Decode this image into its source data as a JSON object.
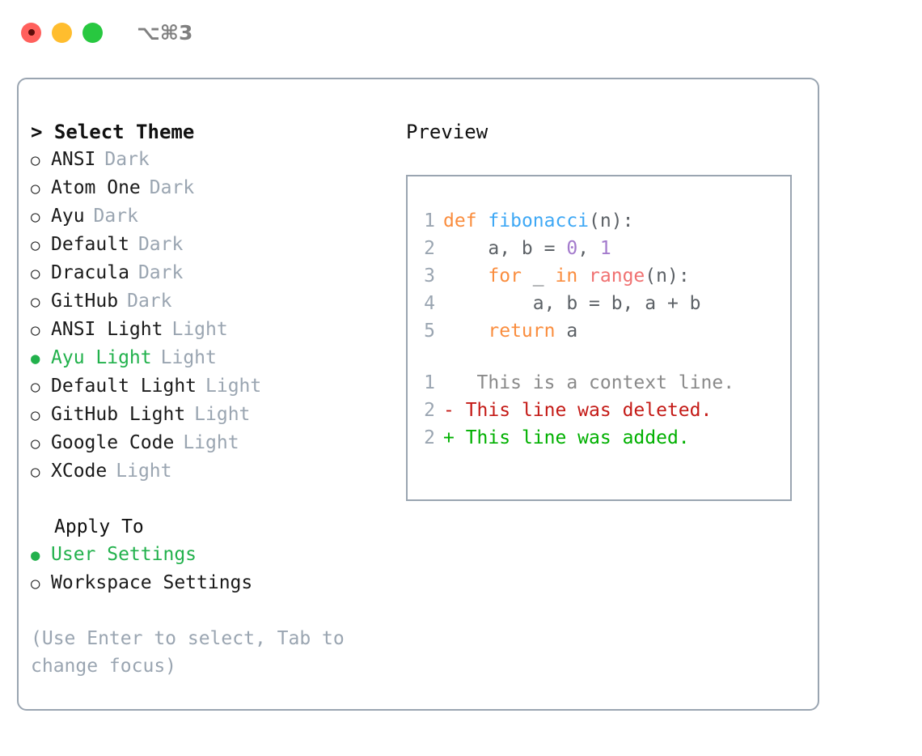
{
  "titlebar": {
    "shortcut": "⌥⌘3",
    "buttons": [
      {
        "name": "close",
        "color": "#FF605C"
      },
      {
        "name": "minimize",
        "color": "#FFBD2E"
      },
      {
        "name": "maximize",
        "color": "#28C840"
      }
    ]
  },
  "theme_picker": {
    "header": "> Select Theme",
    "options": [
      {
        "marker": "○",
        "label": "ANSI",
        "variant": "Dark",
        "selected": false
      },
      {
        "marker": "○",
        "label": "Atom One",
        "variant": "Dark",
        "selected": false
      },
      {
        "marker": "○",
        "label": "Ayu",
        "variant": "Dark",
        "selected": false
      },
      {
        "marker": "○",
        "label": "Default",
        "variant": "Dark",
        "selected": false
      },
      {
        "marker": "○",
        "label": "Dracula",
        "variant": "Dark",
        "selected": false
      },
      {
        "marker": "○",
        "label": "GitHub",
        "variant": "Dark",
        "selected": false
      },
      {
        "marker": "○",
        "label": "ANSI Light",
        "variant": "Light",
        "selected": false
      },
      {
        "marker": "●",
        "label": "Ayu Light",
        "variant": "Light",
        "selected": true
      },
      {
        "marker": "○",
        "label": "Default Light",
        "variant": "Light",
        "selected": false
      },
      {
        "marker": "○",
        "label": "GitHub Light",
        "variant": "Light",
        "selected": false
      },
      {
        "marker": "○",
        "label": "Google Code",
        "variant": "Light",
        "selected": false
      },
      {
        "marker": "○",
        "label": "XCode",
        "variant": "Light",
        "selected": false
      }
    ]
  },
  "apply_to": {
    "header": "Apply To",
    "options": [
      {
        "marker": "●",
        "label": "User Settings",
        "selected": true
      },
      {
        "marker": "○",
        "label": "Workspace Settings",
        "selected": false
      }
    ]
  },
  "hint": "(Use Enter to select, Tab to change focus)",
  "preview": {
    "title": "Preview",
    "code_lines": [
      {
        "no": "1",
        "tokens": [
          {
            "t": "def",
            "c": "kw"
          },
          {
            "t": " ",
            "c": "pln"
          },
          {
            "t": "fibonacci",
            "c": "fn"
          },
          {
            "t": "(n):",
            "c": "pln"
          }
        ]
      },
      {
        "no": "2",
        "tokens": [
          {
            "t": "    a, b = ",
            "c": "pln"
          },
          {
            "t": "0",
            "c": "num"
          },
          {
            "t": ", ",
            "c": "pln"
          },
          {
            "t": "1",
            "c": "num"
          }
        ]
      },
      {
        "no": "3",
        "tokens": [
          {
            "t": "    ",
            "c": "pln"
          },
          {
            "t": "for",
            "c": "kw"
          },
          {
            "t": " _ ",
            "c": "pln"
          },
          {
            "t": "in",
            "c": "kw"
          },
          {
            "t": " ",
            "c": "pln"
          },
          {
            "t": "range",
            "c": "call"
          },
          {
            "t": "(n):",
            "c": "pln"
          }
        ]
      },
      {
        "no": "4",
        "tokens": [
          {
            "t": "        a, b = b, a + b",
            "c": "pln"
          }
        ]
      },
      {
        "no": "5",
        "tokens": [
          {
            "t": "    ",
            "c": "pln"
          },
          {
            "t": "return",
            "c": "kw"
          },
          {
            "t": " a",
            "c": "pln"
          }
        ]
      }
    ],
    "diff_lines": [
      {
        "no": "1",
        "sign": " ",
        "text": "  This is a context line.",
        "kind": "ctx"
      },
      {
        "no": "2",
        "sign": "-",
        "text": " This line was deleted.",
        "kind": "del"
      },
      {
        "no": "2",
        "sign": "+",
        "text": " This line was added.",
        "kind": "add"
      }
    ]
  },
  "colors": {
    "accent_green": "#22B14C",
    "muted": "#9aa5b1",
    "keyword": "#FA8D3E",
    "function": "#3EA8F5",
    "number": "#A37ACC",
    "call": "#F07171",
    "diff_delete": "#C41A16",
    "diff_add": "#00B000"
  }
}
